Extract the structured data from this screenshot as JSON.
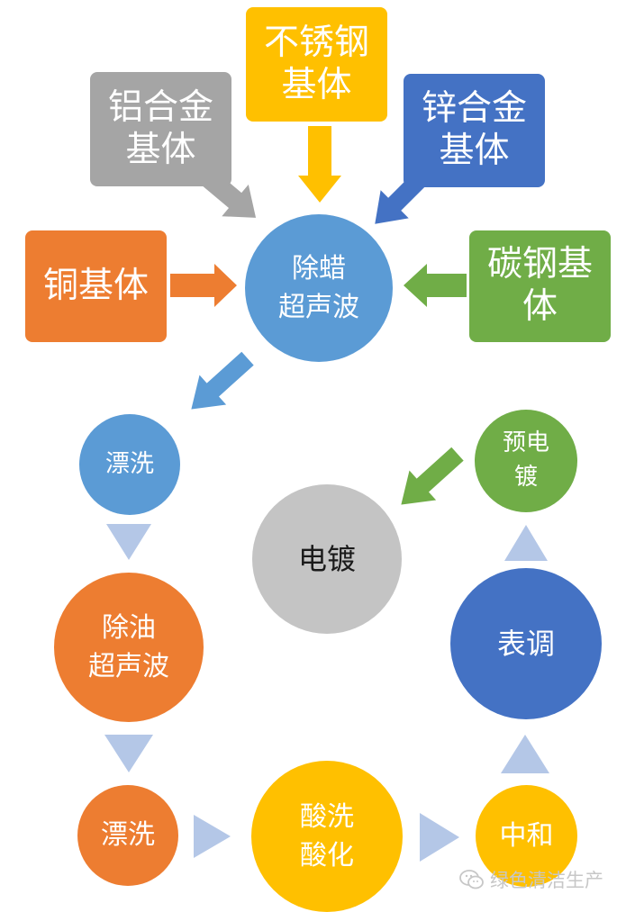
{
  "colors": {
    "orange": "#ED7D31",
    "gray": "#A5A5A5",
    "yellow": "#FFC000",
    "blue": "#4472C4",
    "green": "#70AD47",
    "lightblue": "#5B9BD5",
    "palegray": "#C4C4C4",
    "paleblue": "#B4C7E7"
  },
  "substrates": {
    "copper": "铜基体",
    "aluminum": "铝合金\n基体",
    "stainless": "不锈钢\n基体",
    "zinc": "锌合金\n基体",
    "carbon_steel": "碳钢基\n体"
  },
  "process": {
    "wax_removal": "除蜡\n超声波",
    "rinse_1": "漂洗",
    "degrease": "除油\n超声波",
    "rinse_2": "漂洗",
    "pickling": "酸洗\n酸化",
    "neutralize": "中和",
    "conditioning": "表调",
    "pre_plating": "预电\n镀",
    "plating": "电镀"
  },
  "watermark": {
    "text": "绿色清洁生产",
    "icon": "wechat-icon"
  }
}
